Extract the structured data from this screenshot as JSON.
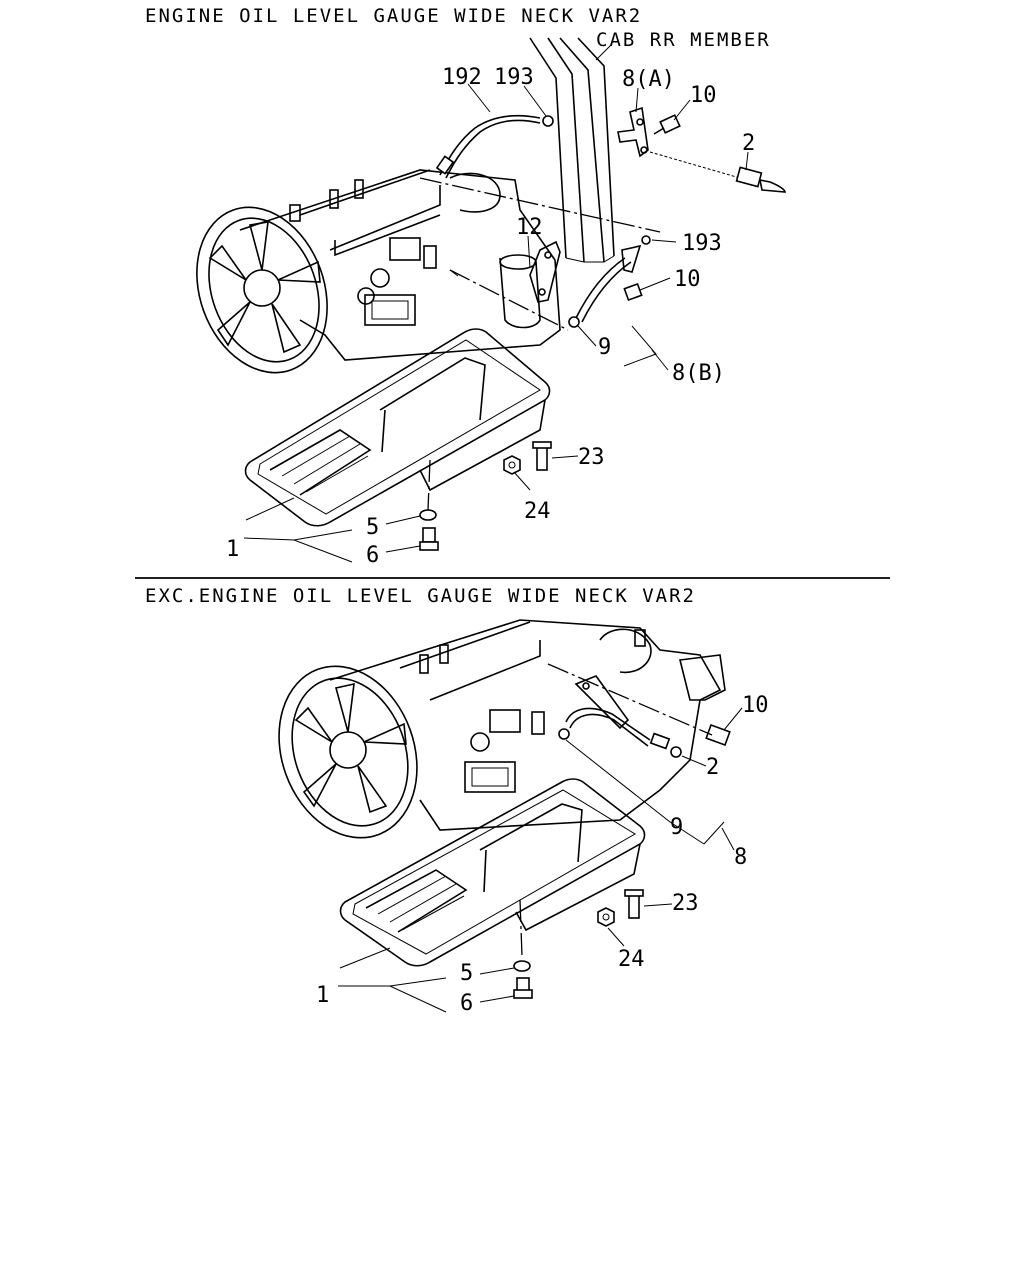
{
  "sections": [
    {
      "title": "ENGINE OIL LEVEL GAUGE WIDE NECK VAR2",
      "note": "CAB RR MEMBER",
      "callouts": [
        "192",
        "193",
        "8(A)",
        "10",
        "2",
        "12",
        "193",
        "10",
        "9",
        "8(B)",
        "23",
        "24",
        "5",
        "1",
        "6"
      ]
    },
    {
      "title": "EXC.ENGINE OIL LEVEL GAUGE WIDE NECK VAR2",
      "callouts": [
        "10",
        "2",
        "9",
        "8",
        "23",
        "24",
        "5",
        "1",
        "6"
      ]
    }
  ]
}
